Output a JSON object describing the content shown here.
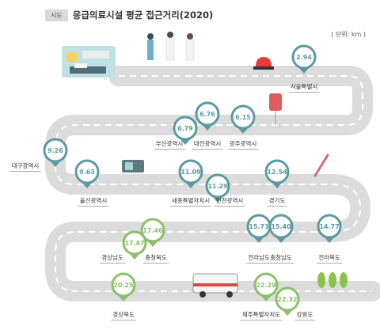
{
  "header": {
    "badge": "시도",
    "title": "응급의료시설 평균 접근거리(2020)",
    "unit": "( 단위: km )"
  },
  "colors": {
    "road": "#dcdcdc",
    "dash": "#ffffff",
    "teal": "#5b9aa2",
    "green": "#8cbf6a"
  },
  "chart_data": {
    "type": "table",
    "title": "응급의료시설 평균 접근거리(2020)",
    "unit": "km",
    "categories": [
      "서울특별시",
      "대전광역시",
      "부산광역시",
      "광주광역시",
      "대구광역시",
      "울산광역시",
      "세종특별자치시",
      "인천광역시",
      "경기도",
      "전라남도",
      "충청남도",
      "전라북도",
      "경상남도",
      "충청북도",
      "경상북도",
      "제주특별자치도",
      "강원도"
    ],
    "values": [
      2.94,
      6.76,
      6.79,
      6.15,
      9.26,
      9.63,
      11.09,
      11.29,
      12.54,
      15.73,
      15.4,
      14.77,
      17.47,
      17.46,
      20.25,
      22.29,
      22.32
    ],
    "value_labels": [
      "2.94",
      "6.76",
      "6.79",
      "6.15",
      "9.26",
      "9.63",
      "11.09",
      "11.29",
      "12.54",
      "15.73",
      "15.40",
      "14.77",
      "17.47",
      "17.46",
      "20.25",
      "22.29",
      "22.32"
    ]
  }
}
